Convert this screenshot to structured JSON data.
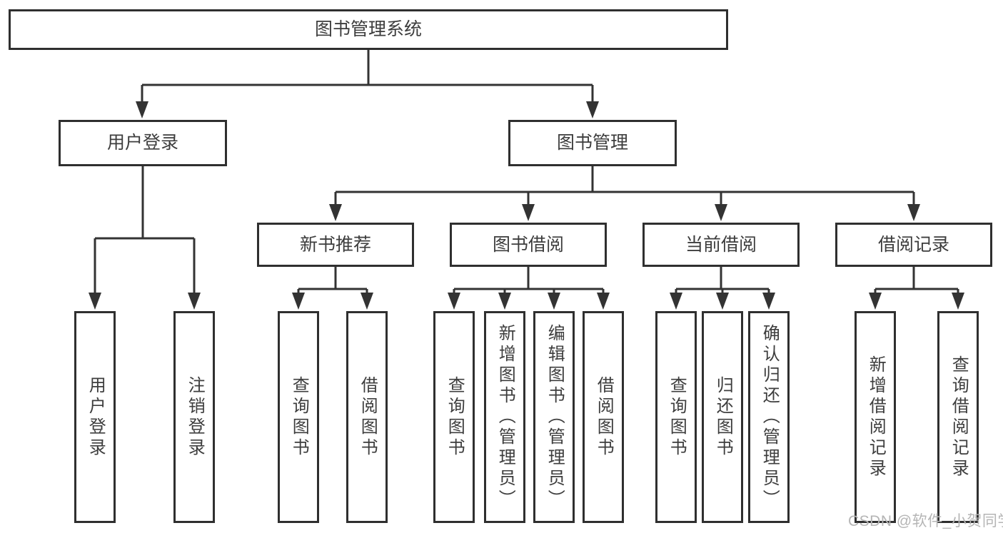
{
  "tree": {
    "root": {
      "label": "图书管理系统",
      "children": [
        {
          "label": "用户登录",
          "children": [
            {
              "label": "用户登录"
            },
            {
              "label": "注销登录"
            }
          ]
        },
        {
          "label": "图书管理",
          "children": [
            {
              "label": "新书推荐",
              "children": [
                {
                  "label": "查询图书"
                },
                {
                  "label": "借阅图书"
                }
              ]
            },
            {
              "label": "图书借阅",
              "children": [
                {
                  "label": "查询图书"
                },
                {
                  "label": "新增图书（管理员）"
                },
                {
                  "label": "编辑图书（管理员）"
                },
                {
                  "label": "借阅图书"
                }
              ]
            },
            {
              "label": "当前借阅",
              "children": [
                {
                  "label": "查询图书"
                },
                {
                  "label": "归还图书"
                },
                {
                  "label": "确认归还（管理员）"
                }
              ]
            },
            {
              "label": "借阅记录",
              "children": [
                {
                  "label": "新增借阅记录"
                },
                {
                  "label": "查询借阅记录"
                }
              ]
            }
          ]
        }
      ]
    }
  },
  "watermark": "CSDN @软件_小贺同学",
  "colors": {
    "line": "#333333",
    "box-border": "#2f2f2f",
    "text": "#3d3d3d",
    "watermark": "#b5b5b5",
    "background": "#ffffff"
  }
}
